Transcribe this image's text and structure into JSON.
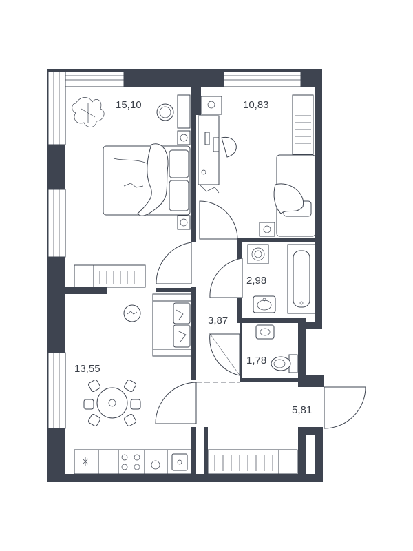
{
  "plan": {
    "colors": {
      "wall": "#3e4450",
      "line": "#3e4450",
      "text": "#3a3f48",
      "background": "#ffffff"
    },
    "rooms": [
      {
        "id": "bedroom-1",
        "area": "15,10"
      },
      {
        "id": "bedroom-2",
        "area": "10,83"
      },
      {
        "id": "bathroom",
        "area": "2,98"
      },
      {
        "id": "corridor",
        "area": "3,87"
      },
      {
        "id": "toilet",
        "area": "1,78"
      },
      {
        "id": "kitchen-living",
        "area": "13,55"
      },
      {
        "id": "hall",
        "area": "5,81"
      }
    ],
    "icons": [
      "bed-icon",
      "armchair-icon",
      "sofa-icon",
      "dining-table-icon",
      "kitchen-stove-icon",
      "sink-icon",
      "bathtub-icon",
      "toilet-icon",
      "washing-machine-icon",
      "wardrobe-icon",
      "desk-icon",
      "plant-icon",
      "rug-icon"
    ]
  }
}
